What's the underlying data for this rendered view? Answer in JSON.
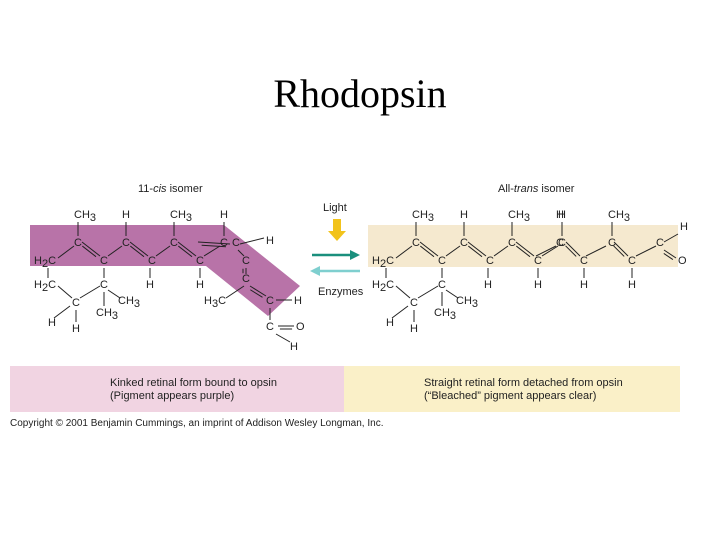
{
  "title": "Rhodopsin",
  "left": {
    "heading_num": "11-",
    "heading_em": "cis",
    "heading_rest": " isomer",
    "caption_line1": "Kinked retinal form bound to opsin",
    "caption_line2": "(Pigment appears purple)",
    "color": "#b873a8",
    "panel_color": "#f1d4e2"
  },
  "right": {
    "heading_num": "All-",
    "heading_em": "trans",
    "heading_rest": " isomer",
    "caption_line1": "Straight retinal form detached from opsin",
    "caption_line2": "(“Bleached” pigment appears clear)",
    "color": "#f5e9cf",
    "panel_color": "#faf0c8"
  },
  "arrows": {
    "light_label": "Light",
    "enzymes_label": "Enzymes",
    "light_color": "#f2c31b",
    "forward_color": "#1a8f7d",
    "reverse_color": "#7fcfcf"
  },
  "atoms": {
    "C": "C",
    "H": "H",
    "O": "O",
    "CH": "CH",
    "H2": "H",
    "C_after_sub": "C",
    "sub3": "3",
    "sub2": "2",
    "H3": "H",
    "C3": "C"
  },
  "copyright": "Copyright © 2001 Benjamin Cummings, an imprint of Addison Wesley Longman, Inc."
}
